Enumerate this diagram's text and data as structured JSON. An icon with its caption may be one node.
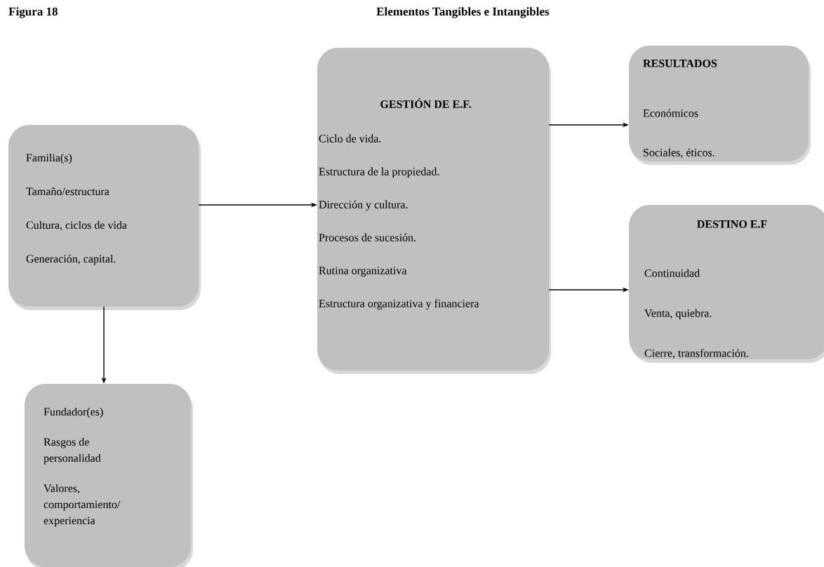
{
  "diagram": {
    "title": "Elementos  Tangibles e Intangibles",
    "nodes": [
      {
        "text": [
          "Familia(s)",
          "Tamaño/estructura",
          "Cultura, ciclos de vida",
          "Generación, capital."
        ]
      },
      {
        "text": [
          "Fundador(es)",
          "Rasgos de personalidad",
          "Valores, comportamiento/ experiencia"
        ]
      },
      {
        "text": [
          "GESTIÓN DE E.F.",
          "Ciclo de vida.",
          "Estructura de la propiedad.",
          "Dirección y cultura.",
          "Procesos de sucesión.",
          "Rutina organizativa",
          "Estructura organizativa y financiera"
        ]
      },
      {
        "text": [
          "RESULTADOS",
          "Económicos",
          "Sociales, éticos."
        ]
      },
      {
        "text": [
          "DESTINO E.F",
          "Continuidad",
          "Venta, quiebra.",
          "Cierre, transformación."
        ]
      }
    ],
    "edges": [
      {
        "from": 0,
        "to": 2,
        "arrow": "to"
      },
      {
        "from": 0,
        "to": 1,
        "arrow": "to"
      },
      {
        "from": 2,
        "to": 3,
        "arrow": "to"
      },
      {
        "from": 2,
        "to": 4,
        "arrow": "to"
      }
    ],
    "labels": [
      "Figura 18"
    ]
  }
}
